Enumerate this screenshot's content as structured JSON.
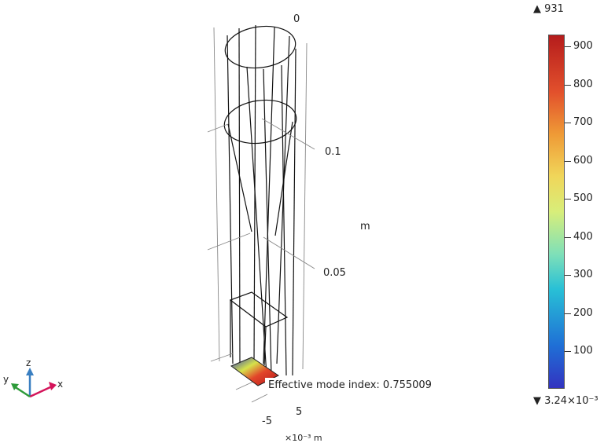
{
  "axes": {
    "z_top": "0",
    "z_mid": "0.1",
    "z_low": "0.05",
    "unit_m": "m",
    "x_tick_neg": "-5",
    "x_tick_pos": "5",
    "x_unit": "×10⁻³ m"
  },
  "info": {
    "text": "Effective mode index: 0.755009"
  },
  "colorbar": {
    "max": "▲ 931",
    "min": "▼ 3.24×10⁻³",
    "ticks": [
      "900",
      "800",
      "700",
      "600",
      "500",
      "400",
      "300",
      "200",
      "100"
    ]
  },
  "triad": {
    "x": "x",
    "y": "y",
    "z": "z"
  },
  "colors": {
    "x_axis": "#d4145a",
    "y_axis": "#2e9b3a",
    "z_axis": "#3a7fc1"
  }
}
